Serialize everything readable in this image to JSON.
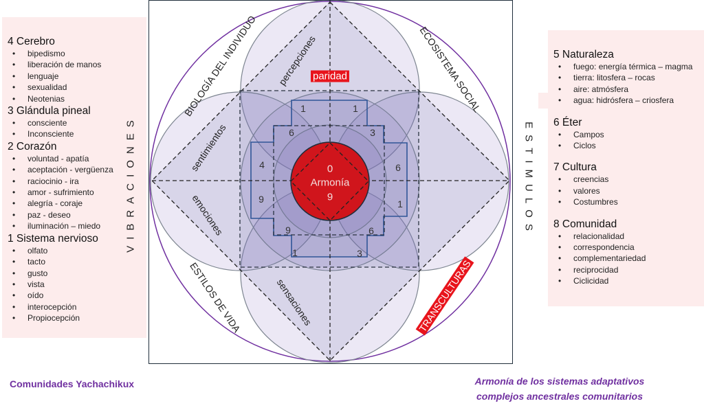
{
  "left_panel": {
    "side_label": "VIBRACIONES",
    "groups": [
      {
        "title": "4 Cerebro",
        "items": [
          "bipedismo",
          "liberación de manos",
          "lenguaje",
          "sexualidad",
          "Neotenias"
        ]
      },
      {
        "title": "3 Glándula pineal",
        "items": [
          "consciente",
          "Inconsciente"
        ]
      },
      {
        "title": "2 Corazón",
        "items": [
          "voluntad - apatía",
          "aceptación - vergüenza",
          "raciocinio - ira",
          "amor - sufrimiento",
          "alegría - coraje",
          "paz - deseo",
          "iluminación – miedo"
        ]
      },
      {
        "title": "1 Sistema nervioso",
        "items": [
          "olfato",
          "tacto",
          "gusto",
          "vista",
          "oído",
          "interocepción",
          "Propiocepción"
        ]
      }
    ]
  },
  "right_panel": {
    "side_label": "ESTIMULOS",
    "groups": [
      {
        "title": "5 Naturaleza",
        "items": [
          "fuego: energía térmica – magma",
          "tierra: litosfera – rocas",
          "aire: atmósfera",
          "agua: hidrósfera – criosfera"
        ]
      },
      {
        "title": "6 Éter",
        "items": [
          "Campos",
          "Ciclos"
        ]
      },
      {
        "title": "7 Cultura",
        "items": [
          "creencias",
          "valores",
          "Costumbres"
        ]
      },
      {
        "title": "8 Comunidad",
        "items": [
          "relacionalidad",
          "correspondencia",
          "complementariedad",
          "reciprocidad",
          "Ciclicidad"
        ]
      }
    ]
  },
  "diagram": {
    "quadrants": {
      "top_left": "BIOLOGÍA DEL INDIVIDUO",
      "top_right": "ECOSISTEMA SOCIAL",
      "bottom_left": "ESTILOS DE VIDA",
      "bottom_right": "TRANSCULTURAS"
    },
    "inner_labels": {
      "top": "percepciones",
      "left_upper": "sentimientos",
      "left_lower": "emociones",
      "bottom": "sensaciones"
    },
    "tag": "paridad",
    "center": {
      "top": "0",
      "label": "Armonía",
      "bottom": "9"
    },
    "numbers": [
      "1",
      "1",
      "6",
      "3",
      "4",
      "6",
      "9",
      "1",
      "9",
      "6",
      "1",
      "3"
    ],
    "colors": {
      "center": "#d0151c",
      "tag": "#e8141c",
      "outer_ring": "#7030a0",
      "step_outline": "#2f5597"
    }
  },
  "footer": {
    "left": "Comunidades Yachachikux",
    "right_line1": "Armonía de los sistemas adaptativos",
    "right_line2": "complejos ancestrales comunitarios"
  }
}
